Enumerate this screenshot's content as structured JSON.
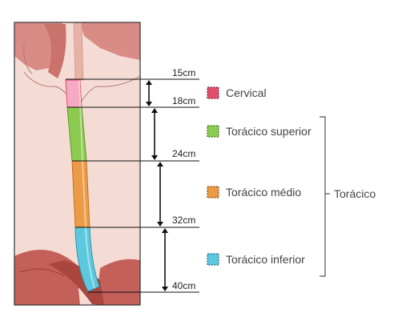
{
  "measurements": [
    "15cm",
    "18cm",
    "24cm",
    "32cm",
    "40cm"
  ],
  "legend": [
    {
      "label": "Cervical",
      "color": "#e0506e"
    },
    {
      "label": "Torácico superior",
      "color": "#8ccb50"
    },
    {
      "label": "Torácico médio",
      "color": "#eb9a45"
    },
    {
      "label": "Torácico inferior",
      "color": "#5cc8dd"
    }
  ],
  "group_label": "Torácico"
}
